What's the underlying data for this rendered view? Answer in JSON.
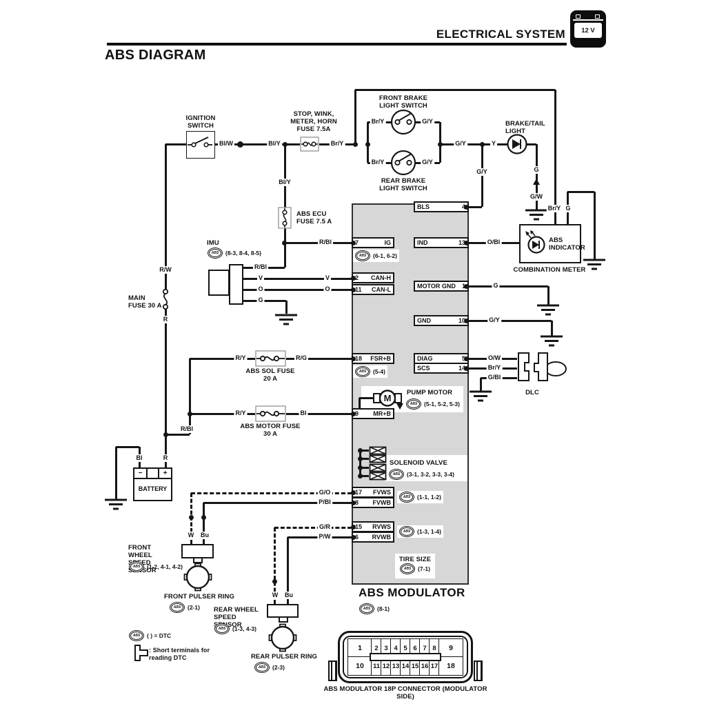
{
  "header": {
    "system_title": "ELECTRICAL SYSTEM",
    "page_title": "ABS DIAGRAM",
    "battery_badge": "12 V"
  },
  "abs_symbol": "ABS",
  "modulator": {
    "title": "ABS MODULATOR",
    "dtc": "(8-1)",
    "left_pins": [
      {
        "num": "7",
        "name": "IG",
        "dtc": "(6-1, 6-2)"
      },
      {
        "num": "2",
        "name": "CAN-H"
      },
      {
        "num": "11",
        "name": "CAN-L"
      },
      {
        "num": "18",
        "name": "FSR+B",
        "dtc": "(5-4)"
      },
      {
        "num": "9",
        "name": "MR+B"
      },
      {
        "num": "17",
        "name": "FVWS"
      },
      {
        "num": "8",
        "name": "FVWB",
        "dtc": "(1-1, 1-2)"
      },
      {
        "num": "15",
        "name": "RVWS"
      },
      {
        "num": "6",
        "name": "RVWB",
        "dtc": "(1-3, 1-4)"
      }
    ],
    "right_pins": [
      {
        "name": "BLS",
        "num": "4"
      },
      {
        "name": "IND",
        "num": "13"
      },
      {
        "name": "MOTOR GND",
        "num": "1"
      },
      {
        "name": "GND",
        "num": "10"
      },
      {
        "name": "DIAG",
        "num": "5"
      },
      {
        "name": "SCS",
        "num": "14"
      }
    ],
    "pump_motor": {
      "label": "PUMP MOTOR",
      "dtc": "(5-1, 5-2, 5-3)",
      "motor_letter": "M"
    },
    "solenoid_valve": {
      "label": "SOLENOID VALVE",
      "dtc": "(3-1, 3-2, 3-3, 3-4)"
    },
    "tire_size": {
      "label": "TIRE SIZE",
      "dtc": "(7-1)"
    }
  },
  "components": {
    "ignition_switch": "IGNITION SWITCH",
    "stop_fuse": "STOP, WINK, METER, HORN FUSE 7.5A",
    "front_brake_switch": "FRONT BRAKE LIGHT SWITCH",
    "rear_brake_switch": "REAR BRAKE LIGHT SWITCH",
    "brake_tail_light": "BRAKE/TAIL LIGHT",
    "abs_ecu_fuse": "ABS ECU FUSE 7.5 A",
    "imu": {
      "label": "IMU",
      "dtc": "(8-3, 8-4, 8-5)"
    },
    "main_fuse": "MAIN FUSE 30 A",
    "abs_sol_fuse": {
      "label": "ABS SOL FUSE",
      "rating": "20 A"
    },
    "abs_motor_fuse": {
      "label": "ABS MOTOR FUSE",
      "rating": "30 A"
    },
    "battery": {
      "label": "BATTERY",
      "minus": "−",
      "plus": "+"
    },
    "combination_meter": "COMBINATION METER",
    "abs_indicator": "ABS INDICATOR",
    "dlc": "DLC",
    "front_wheel_sensor": {
      "label": "FRONT WHEEL SPEED SENSOR",
      "dtc": "(1-2, 4-1, 4-2)"
    },
    "front_pulser_ring": {
      "label": "FRONT PULSER RING",
      "dtc": "(2-1)"
    },
    "rear_wheel_sensor": {
      "label": "REAR WHEEL SPEED SENSOR",
      "dtc": "(1-3, 4-3)"
    },
    "rear_pulser_ring": {
      "label": "REAR PULSER RING",
      "dtc": "(2-3)"
    }
  },
  "wire_labels": {
    "blw": "Bl/W",
    "bly_h": "Bl/Y",
    "bry_fuse": "Br/Y",
    "bly_v": "Bl/Y",
    "fbs_in": "Br/Y",
    "fbs_out": "G/Y",
    "rbs_in": "Br/Y",
    "rbs_out": "G/Y",
    "gy_main": "G/Y",
    "y_tail": "Y",
    "gy_bls": "G/Y",
    "g_tail": "G",
    "gw_tail": "G/W",
    "bry_meter": "Br/Y",
    "g_meter": "G",
    "rbl_ig": "R/Bl",
    "rbl_imu": "R/Bl",
    "v_imu": "V",
    "o_imu": "O",
    "g_imu": "G",
    "v_pin": "V",
    "o_pin": "O",
    "rw": "R/W",
    "r_fuse": "R",
    "rbl_branch": "R/Bl",
    "r_bat": "R",
    "bl_bat": "Bl",
    "ry_sol": "R/Y",
    "rg_sol": "R/G",
    "ry_motor": "R/Y",
    "bl_motor": "Bl",
    "obl": "O/Bl",
    "g_mgnd": "G",
    "gy_gnd": "G/Y",
    "ow": "O/W",
    "bry_scs": "Br/Y",
    "gbl": "G/Bl",
    "go": "G/O",
    "pbl": "P/Bl",
    "gr": "G/R",
    "pw": "P/W",
    "w_front": "W",
    "bu_front": "Bu",
    "w_rear": "W",
    "bu_rear": "Bu"
  },
  "connector": {
    "caption": "ABS MODULATOR 18P CONNECTOR (MODULATOR SIDE)",
    "top_row": [
      "1",
      "2",
      "3",
      "4",
      "5",
      "6",
      "7",
      "8",
      "9"
    ],
    "bottom_row": [
      "10",
      "11",
      "12",
      "13",
      "14",
      "15",
      "16",
      "17",
      "18"
    ]
  },
  "legend": {
    "dtc_text": "( ) =  DTC",
    "short_text": ": Short terminals for reading DTC"
  },
  "colors": {
    "line": "#161616",
    "modulator_fill": "#d7d7d7"
  }
}
